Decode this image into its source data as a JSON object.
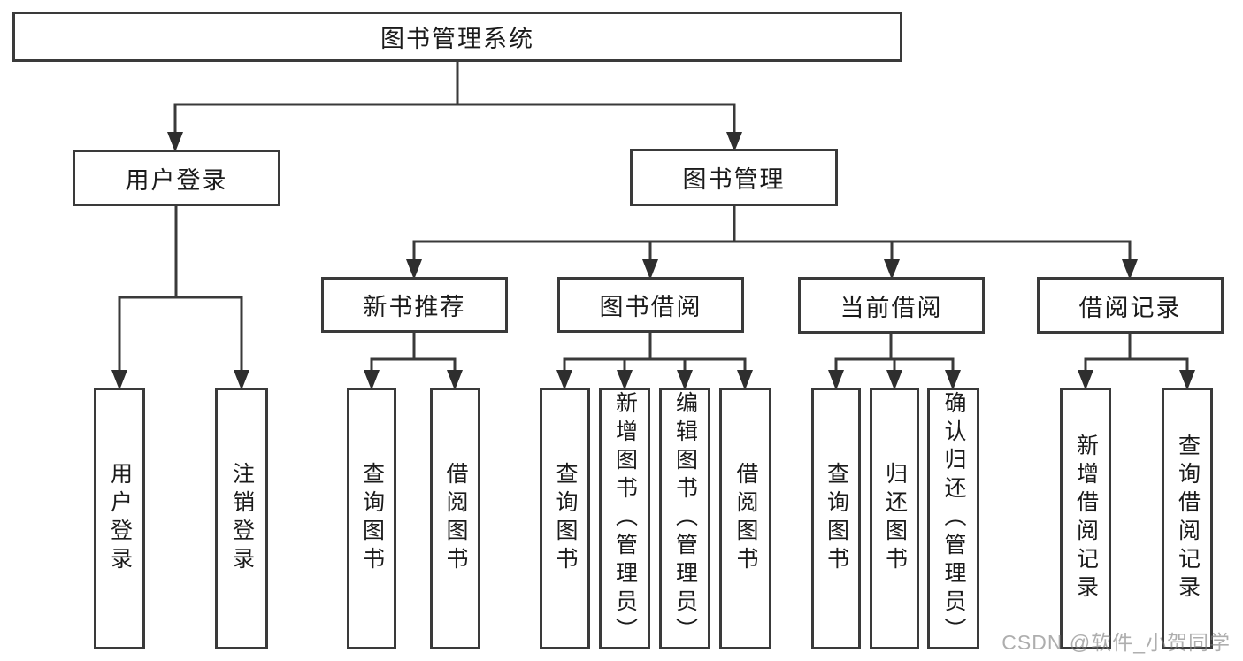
{
  "diagram": {
    "root": {
      "label": "图书管理系统"
    },
    "level2": [
      {
        "id": "user-login",
        "label": "用户登录",
        "parent": "root"
      },
      {
        "id": "book-management",
        "label": "图书管理",
        "parent": "root"
      }
    ],
    "level3": [
      {
        "id": "new-book-recommendation",
        "label": "新书推荐",
        "parent": "book-management"
      },
      {
        "id": "book-borrowing",
        "label": "图书借阅",
        "parent": "book-management"
      },
      {
        "id": "current-borrowing",
        "label": "当前借阅",
        "parent": "book-management"
      },
      {
        "id": "borrowing-records",
        "label": "借阅记录",
        "parent": "book-management"
      }
    ],
    "leaves": [
      {
        "label": "用户登录",
        "parent": "user-login"
      },
      {
        "label": "注销登录",
        "parent": "user-login"
      },
      {
        "label": "查询图书",
        "parent": "new-book-recommendation"
      },
      {
        "label": "借阅图书",
        "parent": "new-book-recommendation"
      },
      {
        "label": "查询图书",
        "parent": "book-borrowing"
      },
      {
        "label": "新增图书（管理员）",
        "parent": "book-borrowing"
      },
      {
        "label": "编辑图书（管理员）",
        "parent": "book-borrowing"
      },
      {
        "label": "借阅图书",
        "parent": "book-borrowing"
      },
      {
        "label": "查询图书",
        "parent": "current-borrowing"
      },
      {
        "label": "归还图书",
        "parent": "current-borrowing"
      },
      {
        "label": "确认归还（管理员）",
        "parent": "current-borrowing"
      },
      {
        "label": "新增借阅记录",
        "parent": "borrowing-records"
      },
      {
        "label": "查询借阅记录",
        "parent": "borrowing-records"
      }
    ]
  },
  "watermark": {
    "text": "CSDN @软件_小贺同学"
  },
  "colors": {
    "line": "#3a3a3a",
    "box_border": "#3a3a3a",
    "text": "#1b1b1b",
    "background": "#ffffff",
    "watermark": "#7d7d7d"
  }
}
